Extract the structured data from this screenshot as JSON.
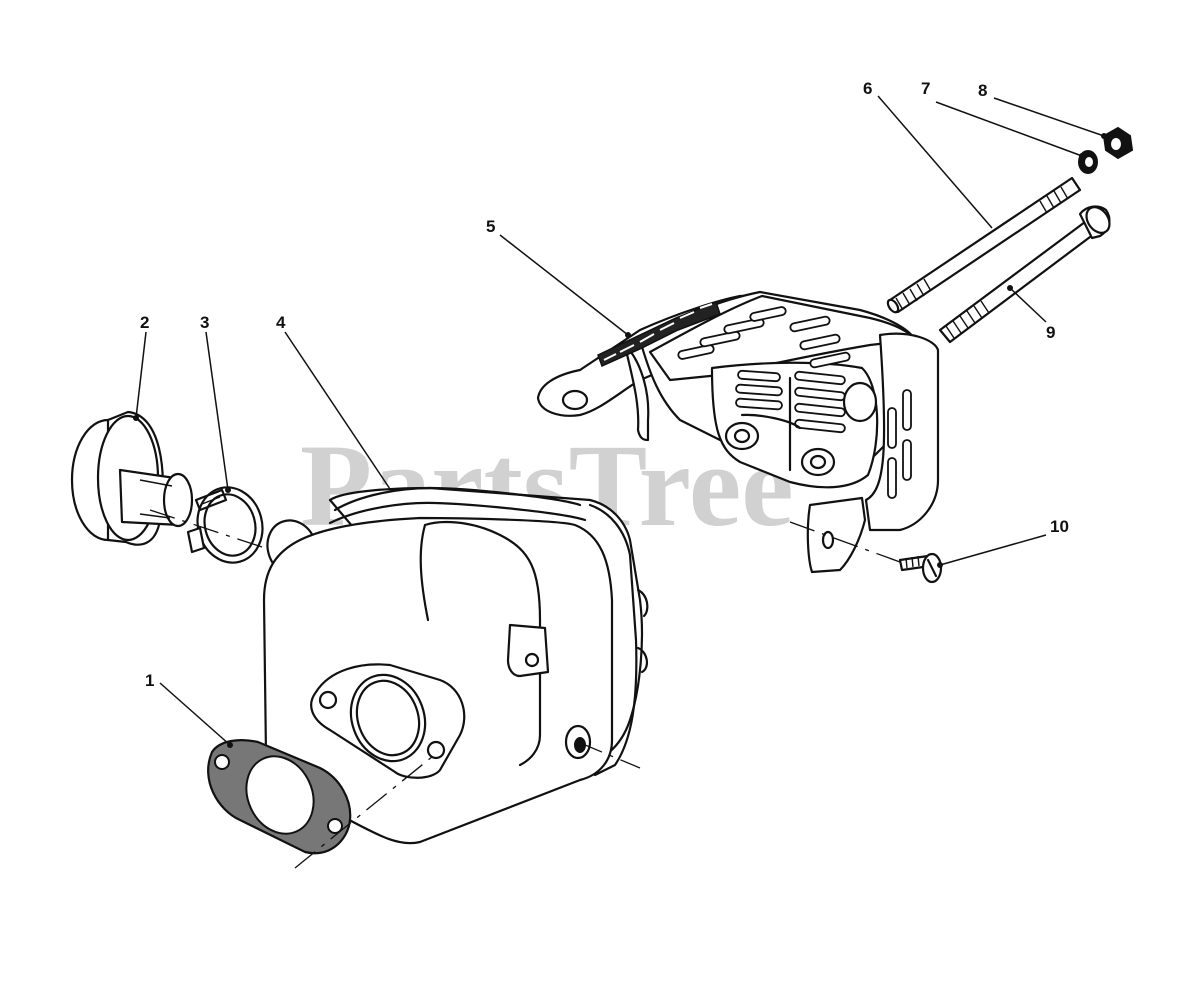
{
  "watermark": "PartsTree",
  "callouts": [
    {
      "id": "1",
      "label": "1"
    },
    {
      "id": "2",
      "label": "2"
    },
    {
      "id": "3",
      "label": "3"
    },
    {
      "id": "4",
      "label": "4"
    },
    {
      "id": "5",
      "label": "5"
    },
    {
      "id": "6",
      "label": "6"
    },
    {
      "id": "7",
      "label": "7"
    },
    {
      "id": "8",
      "label": "8"
    },
    {
      "id": "9",
      "label": "9"
    },
    {
      "id": "10",
      "label": "10"
    }
  ]
}
